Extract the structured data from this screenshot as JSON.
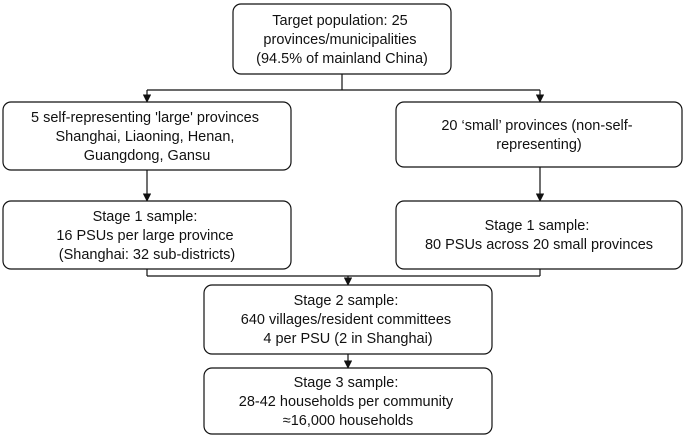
{
  "nodes": {
    "target": {
      "lines": [
        "Target population: 25",
        "provinces/municipalities",
        "(94.5% of mainland China)"
      ]
    },
    "large": {
      "lines": [
        "5 self-representing 'large' provinces",
        "Shanghai, Liaoning, Henan,",
        "Guangdong, Gansu"
      ]
    },
    "small": {
      "lines": [
        "20 ‘small’ provinces (non-self-",
        "representing)"
      ]
    },
    "stage1_large": {
      "lines": [
        "Stage 1 sample:",
        "16 PSUs per large province",
        "(Shanghai: 32 sub-districts)"
      ]
    },
    "stage1_small": {
      "lines": [
        "Stage 1 sample:",
        "80 PSUs across 20 small provinces"
      ]
    },
    "stage2": {
      "lines": [
        "Stage 2 sample:",
        "640 villages/resident committees",
        "4 per PSU (2 in Shanghai)"
      ]
    },
    "stage3": {
      "lines": [
        "Stage 3 sample:",
        "28-42 households per community",
        "≈16,000 households"
      ]
    }
  }
}
